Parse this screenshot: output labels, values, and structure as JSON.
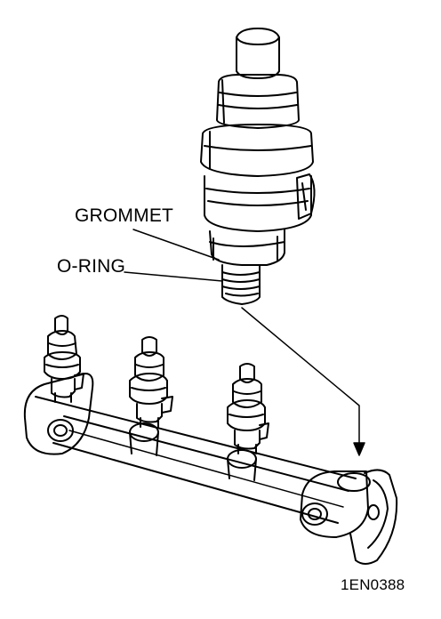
{
  "labels": {
    "grommet": "GROMMET",
    "o_ring": "O-RING"
  },
  "figure_code": "1EN0388",
  "colors": {
    "ink": "#000000",
    "paper": "#ffffff"
  }
}
